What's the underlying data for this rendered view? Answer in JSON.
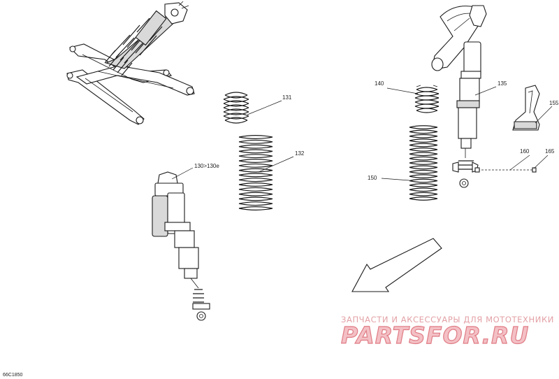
{
  "diagram": {
    "reference_code": "66C1850",
    "callouts": {
      "c130": "130>130e",
      "c131": "131",
      "c132": "132",
      "c135": "135",
      "c140": "140",
      "c150": "150",
      "c155": "155",
      "c160": "160",
      "c165": "165"
    }
  },
  "watermark": {
    "subtitle": "ЗАПЧАСТИ И АКСЕССУАРЫ ДЛЯ МОТОТЕХНИКИ",
    "logo": "PARTSFOR.RU"
  },
  "colors": {
    "line": "#1a1a1a",
    "part_fill": "#ffffff",
    "shade": "#d9d9d9",
    "watermark_fill": "#f3c0c5",
    "watermark_stroke": "#e07c85"
  }
}
